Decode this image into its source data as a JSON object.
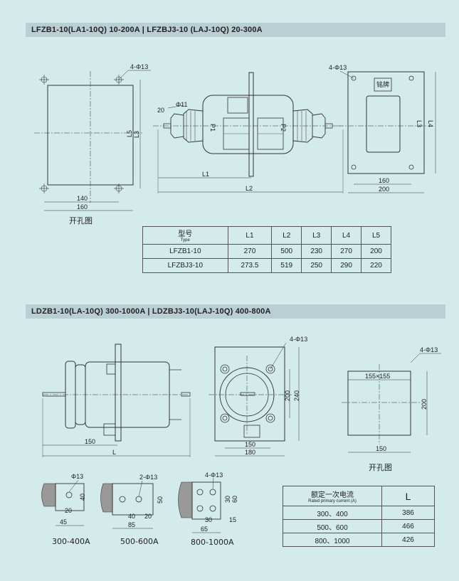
{
  "section1": {
    "header": "LFZB1-10(LA1-10Q) 10-200A   |   LFZBJ3-10 (LAJ-10Q) 20-300A",
    "left_view": {
      "hole_label": "4-Φ13",
      "dim_L5": "L5",
      "dim_L3": "L3",
      "dim_140": "140",
      "dim_160": "160",
      "caption": "开孔图"
    },
    "front_view": {
      "phi_label": "Φ11",
      "dim_20": "20",
      "P1": "P1",
      "P2": "P2",
      "dim_L1": "L1",
      "dim_L2": "L2"
    },
    "side_view": {
      "hole_label": "4-Φ13",
      "nameplate": "铭牌",
      "dim_L3": "L3",
      "dim_L4": "L4",
      "dim_160": "160",
      "dim_200": "200"
    },
    "table": {
      "header_type": "型号",
      "header_type_en": "Type",
      "columns": [
        "L1",
        "L2",
        "L3",
        "L4",
        "L5"
      ],
      "rows": [
        {
          "type": "LFZB1-10",
          "values": [
            "270",
            "500",
            "230",
            "270",
            "200"
          ]
        },
        {
          "type": "LFZBJ3-10",
          "values": [
            "273.5",
            "519",
            "250",
            "290",
            "220"
          ]
        }
      ]
    }
  },
  "section2": {
    "header": "LDZB1-10(LA-10Q) 300-1000A   |   LDZBJ3-10(LAJ-10Q) 400-800A",
    "front_view": {
      "dim_150": "150",
      "dim_L": "L"
    },
    "side_view": {
      "hole_label": "4-Φ13",
      "dim_200": "200",
      "dim_240": "240",
      "dim_150": "150",
      "dim_180": "180"
    },
    "cutout": {
      "hole_label": "4-Φ13",
      "square": "155×155",
      "dim_200": "200",
      "dim_150": "150",
      "caption": "开孔图"
    },
    "terminals": [
      {
        "hole": "Φ13",
        "dims": [
          "40",
          "20",
          "45"
        ],
        "caption": "300-400A"
      },
      {
        "hole": "2-Φ13",
        "dims": [
          "50",
          "40",
          "20",
          "85"
        ],
        "caption": "500-600A"
      },
      {
        "hole": "4-Φ13",
        "dims": [
          "30",
          "60",
          "30",
          "15",
          "65"
        ],
        "caption": "800-1000A"
      }
    ],
    "table": {
      "header_current": "额定一次电流",
      "header_current_en": "Rated primary current (A)",
      "header_L": "L",
      "rows": [
        {
          "current": "300、400",
          "L": "386"
        },
        {
          "current": "500、600",
          "L": "466"
        },
        {
          "current": "800、1000",
          "L": "426"
        }
      ]
    }
  }
}
